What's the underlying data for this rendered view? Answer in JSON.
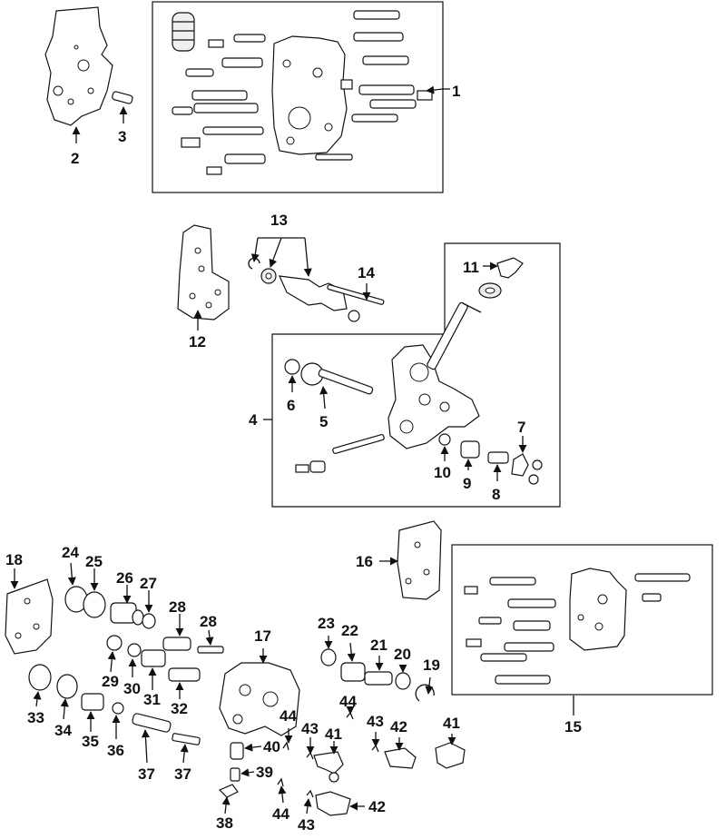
{
  "diagram": {
    "labels": {
      "p1": "1",
      "p2": "2",
      "p3": "3",
      "p4": "4",
      "p5": "5",
      "p6": "6",
      "p7": "7",
      "p8": "8",
      "p9": "9",
      "p10": "10",
      "p11": "11",
      "p12": "12",
      "p13": "13",
      "p14": "14",
      "p15": "15",
      "p16": "16",
      "p17": "17",
      "p18": "18",
      "p19": "19",
      "p20": "20",
      "p21": "21",
      "p22": "22",
      "p23": "23",
      "p24": "24",
      "p25": "25",
      "p26": "26",
      "p27": "27",
      "p28": "28",
      "p29": "29",
      "p30": "30",
      "p31": "31",
      "p32": "32",
      "p33": "33",
      "p34": "34",
      "p35": "35",
      "p36": "36",
      "p37": "37",
      "p38": "38",
      "p39": "39",
      "p40": "40",
      "p41a": "41",
      "p41b": "41",
      "p42a": "42",
      "p42b": "42",
      "p43a": "43",
      "p43b": "43",
      "p43c": "43",
      "p44a": "44",
      "p44b": "44",
      "p44c": "44"
    },
    "colors": {
      "ink": "#111111",
      "paper": "#ffffff"
    }
  }
}
